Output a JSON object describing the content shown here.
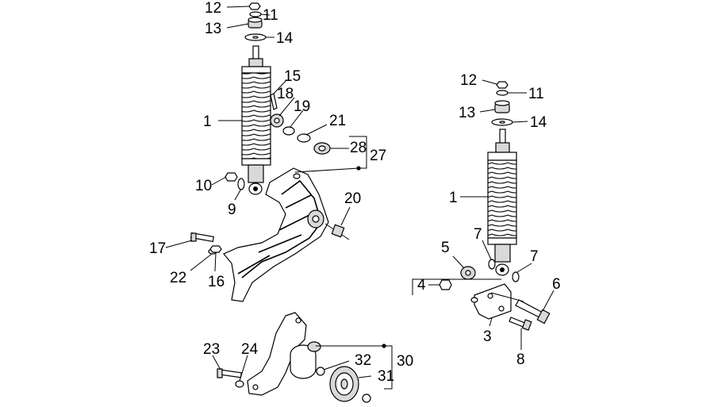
{
  "labels": {
    "l1a": "1",
    "l9": "9",
    "l10": "10",
    "l11a": "11",
    "l12a": "12",
    "l13a": "13",
    "l14a": "14",
    "l15": "15",
    "l16": "16",
    "l17": "17",
    "l18": "18",
    "l19": "19",
    "l20": "20",
    "l21": "21",
    "l22": "22",
    "l27": "27",
    "l28": "28",
    "l1b": "1",
    "l3": "3",
    "l4": "4",
    "l5": "5",
    "l6": "6",
    "l7a": "7",
    "l7b": "7",
    "l8": "8",
    "l11b": "11",
    "l12b": "12",
    "l13b": "13",
    "l14b": "14",
    "l23": "23",
    "l24": "24",
    "l30": "30",
    "l31": "31",
    "l32": "32"
  }
}
